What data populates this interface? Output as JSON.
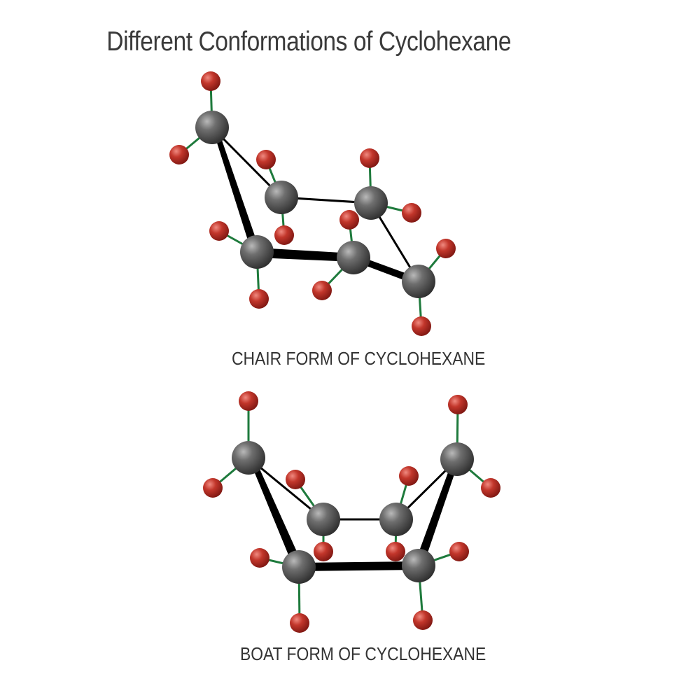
{
  "title": "Different Conformations of Cyclohexane",
  "chair": {
    "caption": "CHAIR FORM OF CYCLOHEXANE"
  },
  "boat": {
    "caption": "BOAT FORM OF CYCLOHEXANE"
  },
  "colors": {
    "carbon": "#5a5a5a",
    "hydrogen": "#c0392b",
    "ch_bond": "#1e7a3c",
    "cc_bond": "#000000",
    "text": "#3a3a3a"
  }
}
